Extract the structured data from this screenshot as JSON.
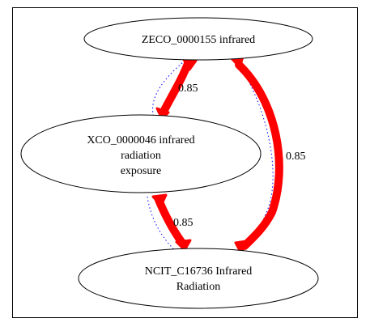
{
  "graph": {
    "nodes": [
      {
        "id": "zeco",
        "lines": [
          "ZECO_0000155 infrared"
        ]
      },
      {
        "id": "xco",
        "lines": [
          "XCO_0000046 infrared",
          "radiation",
          "exposure"
        ]
      },
      {
        "id": "ncit",
        "lines": [
          "NCIT_C16736 Infrared",
          "Radiation"
        ]
      }
    ],
    "edges": [
      {
        "id": "zeco-xco",
        "source": "zeco",
        "target": "xco",
        "label": "0.85"
      },
      {
        "id": "xco-ncit",
        "source": "xco",
        "target": "ncit",
        "label": "0.85"
      },
      {
        "id": "zeco-ncit",
        "source": "zeco",
        "target": "ncit",
        "label": "0.85"
      }
    ],
    "colors": {
      "match_edge": "#ff0000",
      "dotted_edge": "#0000ff",
      "node_stroke": "#000000",
      "frame": "#000000"
    }
  }
}
